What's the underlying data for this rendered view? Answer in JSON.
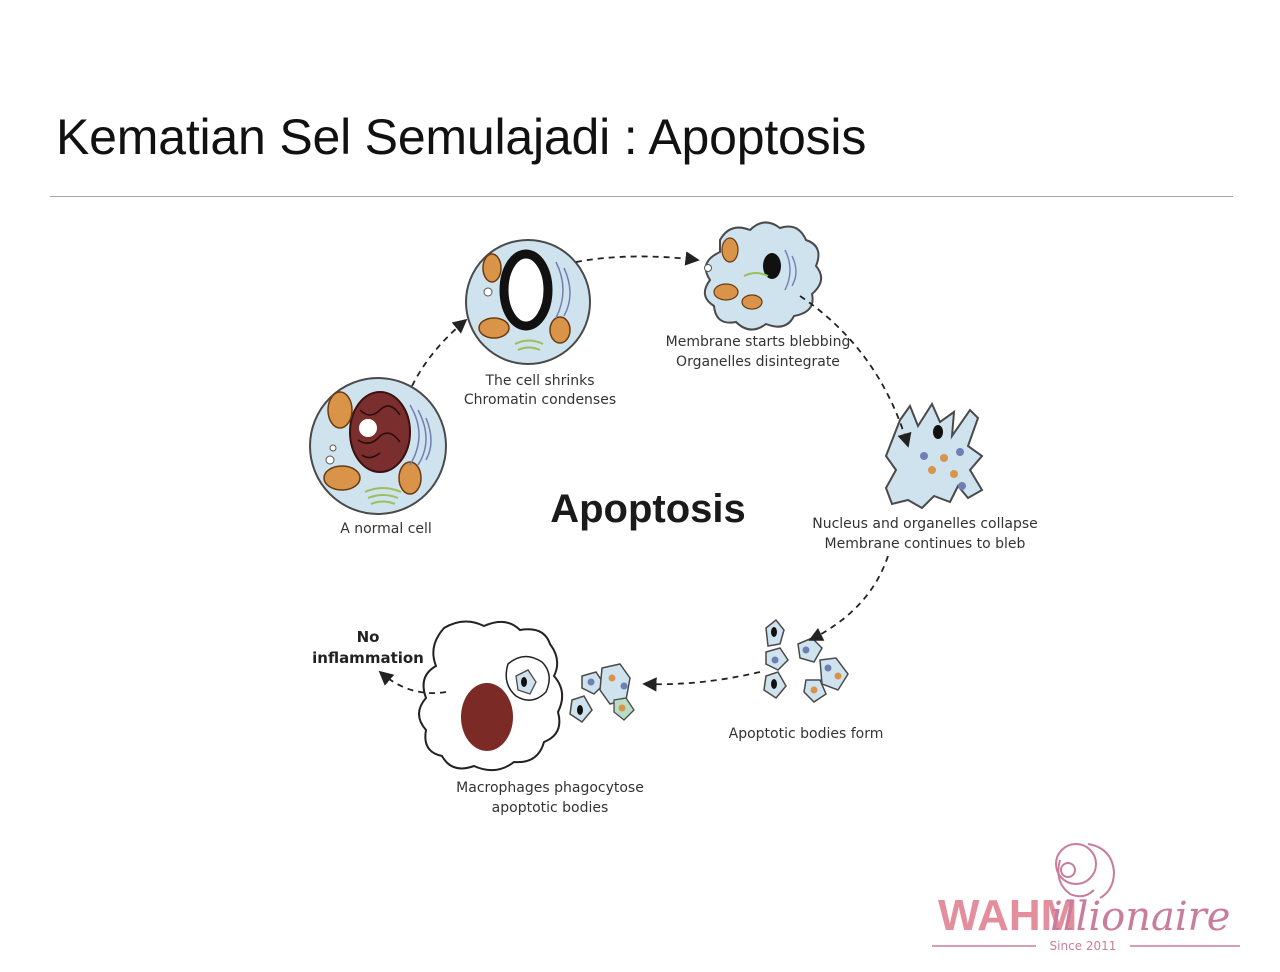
{
  "slide": {
    "title": "Kematian Sel Semulajadi : Apoptosis"
  },
  "diagram": {
    "center_title": "Apoptosis",
    "stages": [
      {
        "line1": "A normal cell",
        "line2": ""
      },
      {
        "line1": "The cell shrinks",
        "line2": "Chromatin condenses"
      },
      {
        "line1": "Membrane starts blebbing",
        "line2": "Organelles disintegrate"
      },
      {
        "line1": "Nucleus and organelles collapse",
        "line2": "Membrane continues to bleb"
      },
      {
        "line1": "Apoptotic bodies form",
        "line2": ""
      },
      {
        "line1": "Macrophages phagocytose",
        "line2": "apoptotic bodies"
      }
    ],
    "outcome": {
      "line1": "No",
      "line2": "inflammation"
    }
  },
  "logo": {
    "brand_caps": "WAHM",
    "brand_script": "illionaire",
    "since": "Since 2011"
  },
  "colors": {
    "cell_fill": "#cfe3ee",
    "cell_stroke": "#4a4a4a",
    "nucleus": "#7a2e2e",
    "mitochondria": "#d9944a",
    "golgi": "#9bbf5a",
    "er": "#6f7fb3",
    "macrophage_nucleus": "#7b2a26",
    "brand_pink": "#e48e9d"
  }
}
